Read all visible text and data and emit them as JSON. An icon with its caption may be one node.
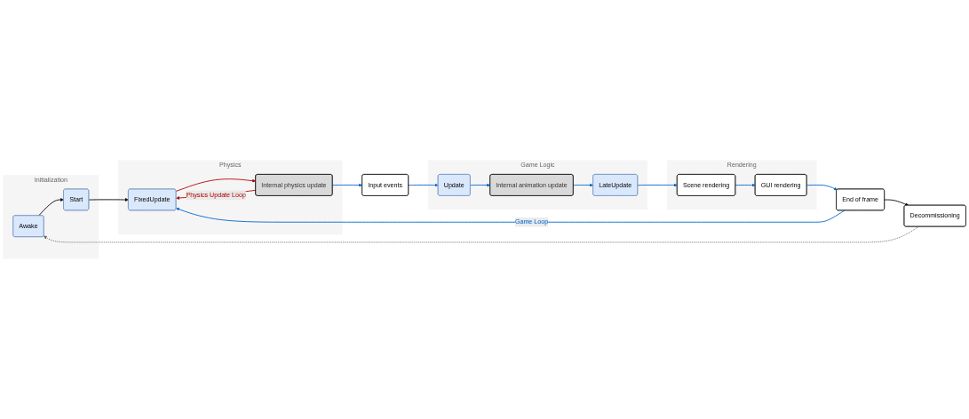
{
  "diagram": {
    "nodes": [
      {
        "text": [
          "Initialization"
        ]
      },
      {
        "text": [
          "Awake"
        ],
        "in": 0
      },
      {
        "text": [
          "Start"
        ],
        "in": 0
      },
      {
        "text": [
          "Physics"
        ]
      },
      {
        "text": [
          "FixedUpdate"
        ],
        "in": 3
      },
      {
        "text": [
          "Internal physics update"
        ],
        "in": 3
      },
      {
        "text": [
          "Input events"
        ]
      },
      {
        "text": [
          "Game Logic"
        ]
      },
      {
        "text": [
          "Update"
        ],
        "in": 7
      },
      {
        "text": [
          "Internal animation update"
        ],
        "in": 7
      },
      {
        "text": [
          "LateUpdate"
        ],
        "in": 7
      },
      {
        "text": [
          "Rendering"
        ]
      },
      {
        "text": [
          "Scene rendering"
        ],
        "in": 11
      },
      {
        "text": [
          "GUI rendering"
        ],
        "in": 11
      },
      {
        "text": [
          "End of frame"
        ]
      },
      {
        "text": [
          "Decommissioning"
        ]
      }
    ],
    "edges": [
      {
        "from": 1,
        "to": 2,
        "arrow": "to",
        "color": "#000000"
      },
      {
        "from": 2,
        "to": 4,
        "arrow": "to",
        "color": "#000000"
      },
      {
        "from": 4,
        "to": 5,
        "arrow": "to",
        "color": "#b20000"
      },
      {
        "from": 5,
        "to": 4,
        "arrow": "to",
        "color": "#b20000",
        "label": "Physics Update Loop"
      },
      {
        "from": 5,
        "to": 6,
        "arrow": "to"
      },
      {
        "from": 6,
        "to": 8,
        "arrow": "to"
      },
      {
        "from": 8,
        "to": 9,
        "arrow": "to"
      },
      {
        "from": 9,
        "to": 10,
        "arrow": "to"
      },
      {
        "from": 10,
        "to": 12,
        "arrow": "to"
      },
      {
        "from": 12,
        "to": 13,
        "arrow": "to"
      },
      {
        "from": 13,
        "to": 14,
        "arrow": "to"
      },
      {
        "from": 14,
        "to": 4,
        "arrow": "to",
        "label": "Game Loop"
      },
      {
        "from": 14,
        "to": 15,
        "arrow": "to",
        "color": "#000000"
      },
      {
        "from": 15,
        "to": 1,
        "arrow": "to",
        "style": "dashed",
        "color": "#666666"
      }
    ]
  }
}
